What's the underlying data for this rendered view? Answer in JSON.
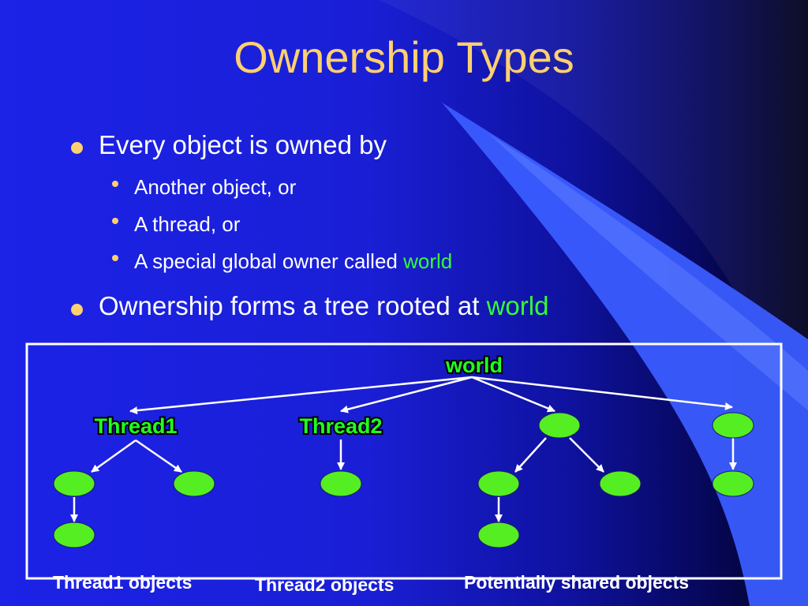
{
  "slide": {
    "title": "Ownership Types",
    "bullets": [
      {
        "text": "Every object is owned by",
        "sub": [
          {
            "text": "Another object, or"
          },
          {
            "text": "A thread, or"
          },
          {
            "text": "A special global owner called ",
            "highlight": "world"
          }
        ]
      },
      {
        "text": "Ownership forms a tree rooted at ",
        "highlight": "world"
      }
    ]
  },
  "diagram": {
    "root_label": "world",
    "thread1_label": "Thread1",
    "thread2_label": "Thread2",
    "group_labels": {
      "thread1": "Thread1 objects",
      "thread2": "Thread2 objects",
      "shared": "Potentially shared objects"
    }
  },
  "colors": {
    "node_fill": "#55ee22",
    "label_green": "#22ff22",
    "title": "#ffd070",
    "bullet_marker": "#ffd070"
  }
}
